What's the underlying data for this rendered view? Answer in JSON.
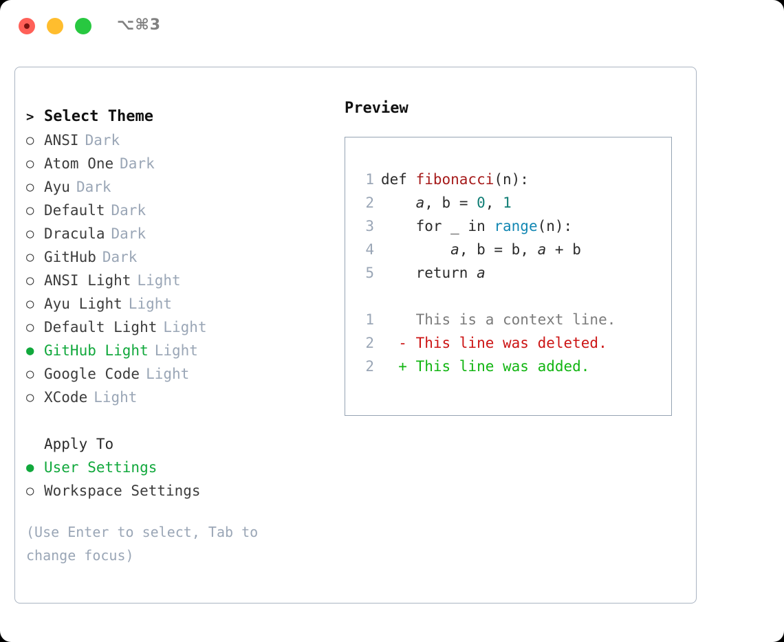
{
  "titlebar": {
    "shortcut": "⌥⌘3",
    "lights": [
      {
        "name": "close",
        "color": "#ff6058"
      },
      {
        "name": "minimize",
        "color": "#ffbd2e"
      },
      {
        "name": "maximize",
        "color": "#28c840"
      }
    ]
  },
  "theme_picker": {
    "heading_marker": ">",
    "heading": "Select Theme",
    "marker_unselected": "○",
    "marker_selected": "●",
    "accent_color": "#11a83c",
    "variant_color": "#9aa6b6",
    "items": [
      {
        "label": "ANSI",
        "variant": "Dark",
        "selected": false
      },
      {
        "label": "Atom One",
        "variant": "Dark",
        "selected": false
      },
      {
        "label": "Ayu",
        "variant": "Dark",
        "selected": false
      },
      {
        "label": "Default",
        "variant": "Dark",
        "selected": false
      },
      {
        "label": "Dracula",
        "variant": "Dark",
        "selected": false
      },
      {
        "label": "GitHub",
        "variant": "Dark",
        "selected": false
      },
      {
        "label": "ANSI Light",
        "variant": "Light",
        "selected": false
      },
      {
        "label": "Ayu Light",
        "variant": "Light",
        "selected": false
      },
      {
        "label": "Default Light",
        "variant": "Light",
        "selected": false
      },
      {
        "label": "GitHub Light",
        "variant": "Light",
        "selected": true
      },
      {
        "label": "Google Code",
        "variant": "Light",
        "selected": false
      },
      {
        "label": "XCode",
        "variant": "Light",
        "selected": false
      }
    ]
  },
  "apply_to": {
    "heading": "Apply To",
    "items": [
      {
        "label": "User Settings",
        "selected": true
      },
      {
        "label": "Workspace Settings",
        "selected": false
      }
    ]
  },
  "hint": "(Use Enter to select, Tab to change focus)",
  "preview": {
    "title": "Preview",
    "code_lines": [
      {
        "num": "1",
        "tokens": [
          {
            "text": "def ",
            "kind": "kw"
          },
          {
            "text": "fibonacci",
            "kind": "fn"
          },
          {
            "text": "(n):",
            "kind": "plain"
          }
        ]
      },
      {
        "num": "2",
        "tokens": [
          {
            "text": "    ",
            "kind": "plain"
          },
          {
            "text": "a",
            "kind": "var"
          },
          {
            "text": ", ",
            "kind": "plain"
          },
          {
            "text": "b",
            "kind": "plain"
          },
          {
            "text": " = ",
            "kind": "plain"
          },
          {
            "text": "0",
            "kind": "num"
          },
          {
            "text": ", ",
            "kind": "plain"
          },
          {
            "text": "1",
            "kind": "num"
          }
        ]
      },
      {
        "num": "3",
        "tokens": [
          {
            "text": "    for _ in ",
            "kind": "plain"
          },
          {
            "text": "range",
            "kind": "call"
          },
          {
            "text": "(n):",
            "kind": "plain"
          }
        ]
      },
      {
        "num": "4",
        "tokens": [
          {
            "text": "        ",
            "kind": "plain"
          },
          {
            "text": "a",
            "kind": "var"
          },
          {
            "text": ", b = b, ",
            "kind": "plain"
          },
          {
            "text": "a",
            "kind": "var"
          },
          {
            "text": " + b",
            "kind": "plain"
          }
        ]
      },
      {
        "num": "5",
        "tokens": [
          {
            "text": "    return ",
            "kind": "plain"
          },
          {
            "text": "a",
            "kind": "var"
          }
        ]
      }
    ],
    "diff_lines": [
      {
        "num": "1",
        "sign": " ",
        "text": "This is a context line.",
        "kind": "ctx"
      },
      {
        "num": "2",
        "sign": "-",
        "text": "This line was deleted.",
        "kind": "del"
      },
      {
        "num": "2",
        "sign": "+",
        "text": "This line was added.",
        "kind": "add"
      }
    ]
  }
}
